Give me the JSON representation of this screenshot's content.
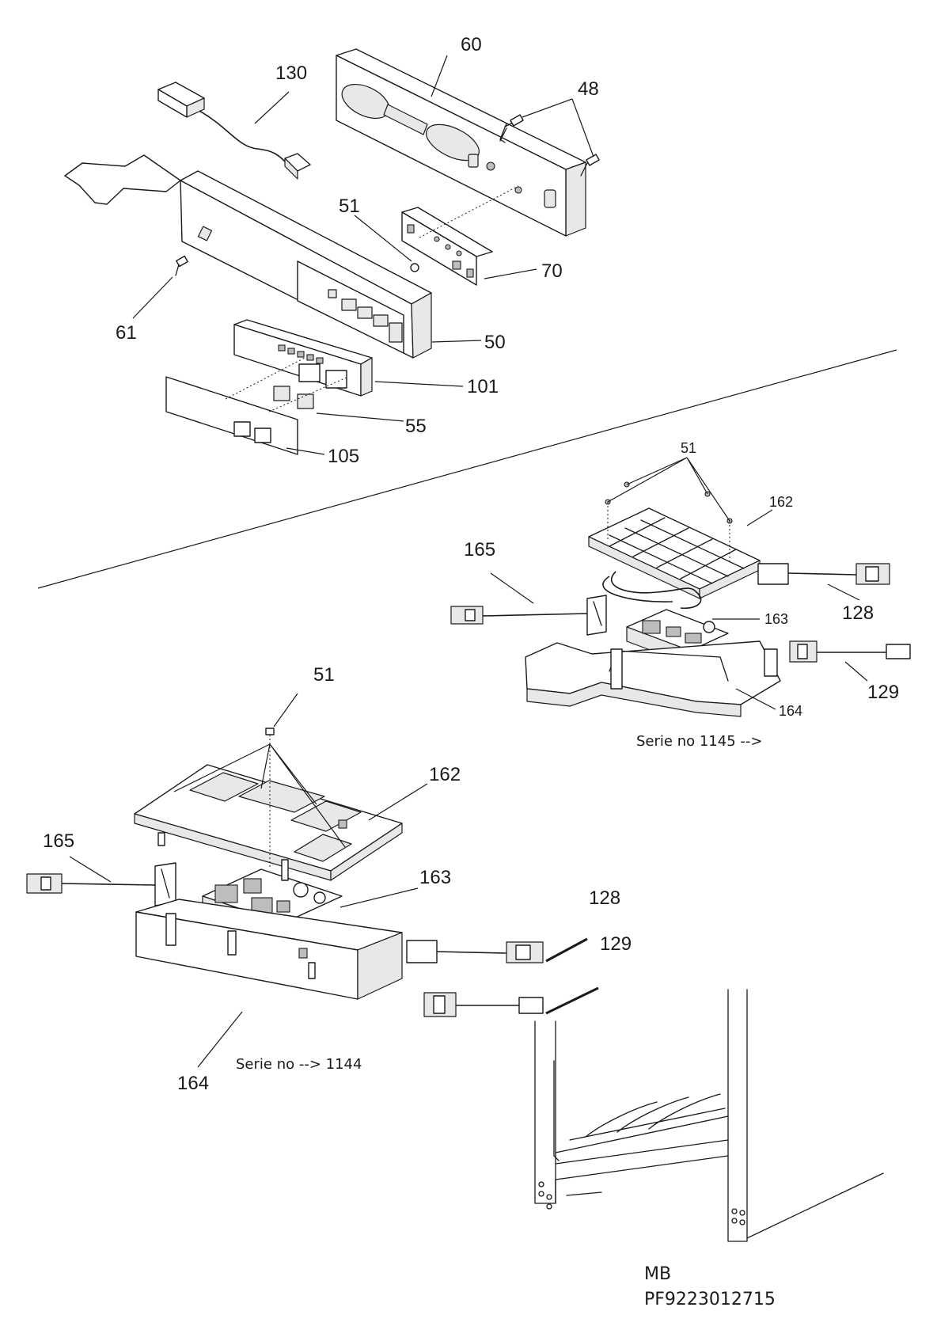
{
  "labels": {
    "l130": "130",
    "l60": "60",
    "l48": "48",
    "l51_top": "51",
    "l70": "70",
    "l61": "61",
    "l50": "50",
    "l101": "101",
    "l55": "55",
    "l105": "105",
    "l51_right": "51",
    "l162_right": "162",
    "l165_right": "165",
    "l128_right": "128",
    "l163_right": "163",
    "l129_right": "129",
    "l164_right": "164",
    "l51_left": "51",
    "l162_left": "162",
    "l165_left": "165",
    "l163_left": "163",
    "l128_left": "128",
    "l129_left": "129",
    "l164_left": "164"
  },
  "notes": {
    "serie_new": "Serie no 1145 -->",
    "serie_old": "Serie no --> 1144"
  },
  "code": {
    "model": "MB",
    "part_number": "PF9223012715"
  }
}
